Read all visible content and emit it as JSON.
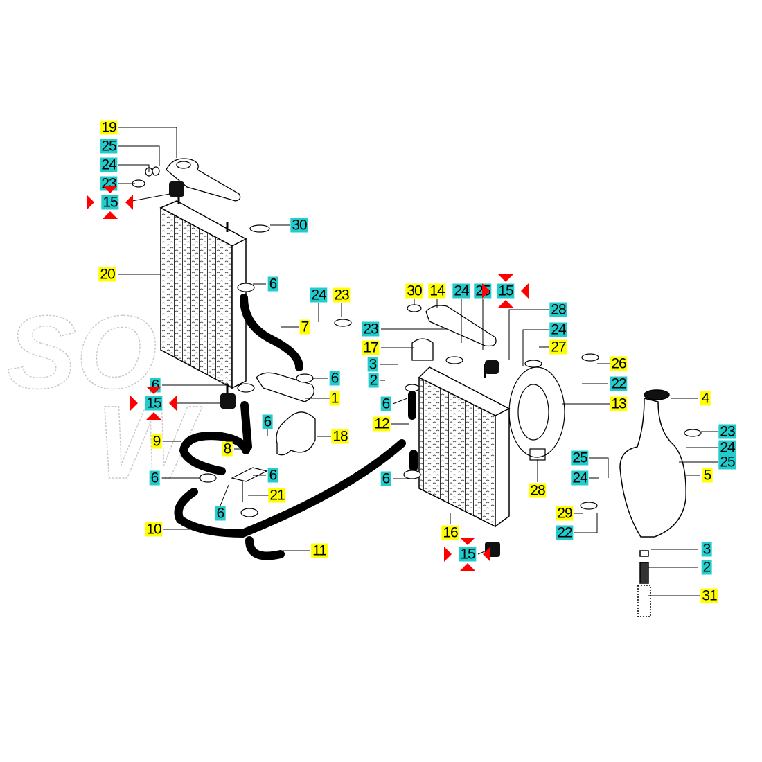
{
  "diagram": {
    "title": "Radiator cooling system exploded parts diagram",
    "colors": {
      "yellow_label": "#ffff00",
      "cyan_label": "#22cccc",
      "marker": "#ff0000"
    },
    "labels": [
      {
        "text": "19",
        "color": "yellow"
      },
      {
        "text": "25",
        "color": "cyan"
      },
      {
        "text": "24",
        "color": "cyan"
      },
      {
        "text": "23",
        "color": "cyan"
      },
      {
        "text": "15",
        "color": "cyan",
        "marked": true
      },
      {
        "text": "30",
        "color": "cyan"
      },
      {
        "text": "20",
        "color": "yellow"
      },
      {
        "text": "6",
        "color": "cyan"
      },
      {
        "text": "24",
        "color": "cyan"
      },
      {
        "text": "23",
        "color": "yellow"
      },
      {
        "text": "7",
        "color": "yellow"
      },
      {
        "text": "6",
        "color": "cyan"
      },
      {
        "text": "15",
        "color": "cyan",
        "marked": true
      },
      {
        "text": "6",
        "color": "cyan"
      },
      {
        "text": "1",
        "color": "yellow"
      },
      {
        "text": "6",
        "color": "cyan"
      },
      {
        "text": "18",
        "color": "yellow"
      },
      {
        "text": "9",
        "color": "yellow"
      },
      {
        "text": "8",
        "color": "yellow"
      },
      {
        "text": "6",
        "color": "cyan"
      },
      {
        "text": "6",
        "color": "cyan"
      },
      {
        "text": "21",
        "color": "yellow"
      },
      {
        "text": "6",
        "color": "cyan"
      },
      {
        "text": "10",
        "color": "yellow"
      },
      {
        "text": "11",
        "color": "yellow"
      },
      {
        "text": "30",
        "color": "yellow"
      },
      {
        "text": "14",
        "color": "yellow"
      },
      {
        "text": "24",
        "color": "cyan"
      },
      {
        "text": "25",
        "color": "cyan"
      },
      {
        "text": "15",
        "color": "cyan",
        "marked": true
      },
      {
        "text": "28",
        "color": "cyan"
      },
      {
        "text": "23",
        "color": "cyan"
      },
      {
        "text": "17",
        "color": "yellow"
      },
      {
        "text": "24",
        "color": "cyan"
      },
      {
        "text": "3",
        "color": "cyan"
      },
      {
        "text": "27",
        "color": "yellow"
      },
      {
        "text": "26",
        "color": "yellow"
      },
      {
        "text": "2",
        "color": "cyan"
      },
      {
        "text": "22",
        "color": "cyan"
      },
      {
        "text": "6",
        "color": "cyan"
      },
      {
        "text": "13",
        "color": "yellow"
      },
      {
        "text": "4",
        "color": "yellow"
      },
      {
        "text": "12",
        "color": "yellow"
      },
      {
        "text": "23",
        "color": "cyan"
      },
      {
        "text": "24",
        "color": "cyan"
      },
      {
        "text": "25",
        "color": "cyan"
      },
      {
        "text": "25",
        "color": "cyan"
      },
      {
        "text": "5",
        "color": "yellow"
      },
      {
        "text": "6",
        "color": "cyan"
      },
      {
        "text": "24",
        "color": "cyan"
      },
      {
        "text": "28",
        "color": "yellow"
      },
      {
        "text": "29",
        "color": "yellow"
      },
      {
        "text": "22",
        "color": "cyan"
      },
      {
        "text": "16",
        "color": "yellow"
      },
      {
        "text": "15",
        "color": "cyan",
        "marked": true
      },
      {
        "text": "3",
        "color": "cyan"
      },
      {
        "text": "2",
        "color": "cyan"
      },
      {
        "text": "31",
        "color": "yellow"
      }
    ]
  }
}
